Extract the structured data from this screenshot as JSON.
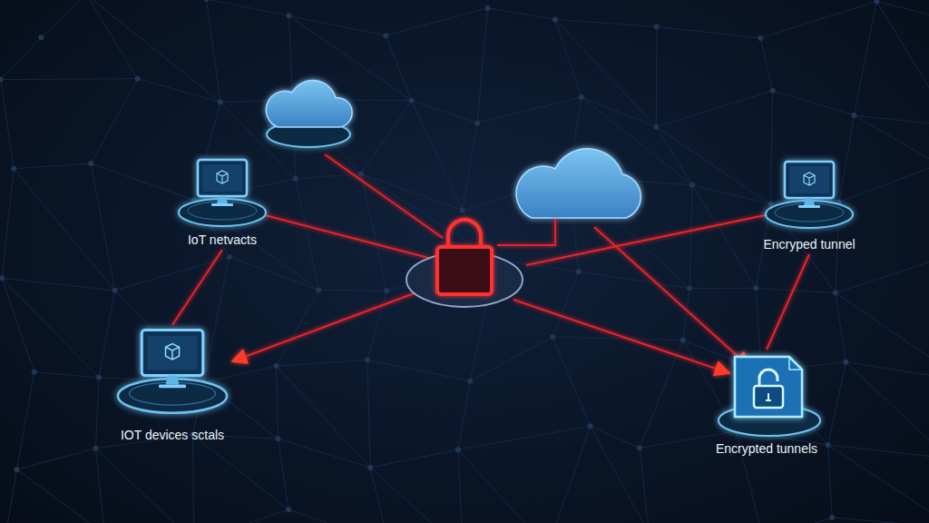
{
  "diagram": {
    "nodes": [
      {
        "text": [
          "IoT netvacts"
        ]
      },
      {
        "text": [
          "Encryped tunnel"
        ]
      },
      {
        "text": [
          "IOT devices sctals"
        ]
      },
      {
        "text": [
          "Encrypted tunnels"
        ]
      }
    ],
    "edges": [
      {
        "from": 0,
        "to": 2,
        "arrow": "none"
      },
      {
        "from": 1,
        "to": 3,
        "arrow": "none"
      }
    ]
  }
}
